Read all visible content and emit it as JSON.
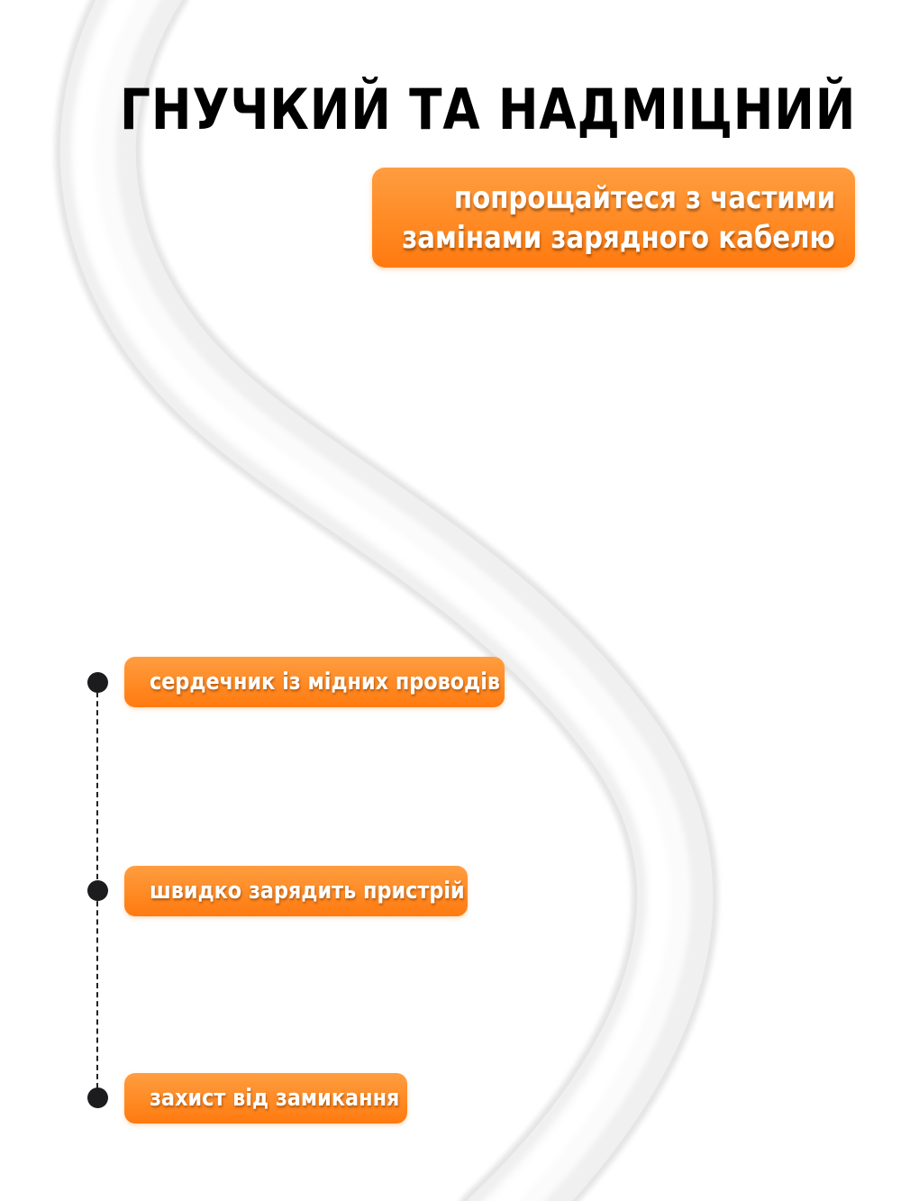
{
  "header": {
    "title": "ГНУЧКИЙ ТА НАДМІЦНИЙ",
    "subtitle_lines": [
      "попрощайтеся з частими",
      "замінами зарядного кабелю"
    ]
  },
  "features": [
    {
      "label": "сердечник із мідних проводів",
      "icon": "bullet-dot"
    },
    {
      "label": "швидко зарядить пристрій",
      "icon": "bullet-dot"
    },
    {
      "label": "захист від замикання",
      "icon": "bullet-dot"
    }
  ],
  "illustration": {
    "subject": "white-cable",
    "shape": "s-curve"
  },
  "colors": {
    "accent_top": "#ff9d40",
    "accent_bottom": "#ff7a10",
    "headline": "#000000",
    "label_text": "#ffffff",
    "bullet": "#1c1c1e",
    "cable_fill": "#ffffff",
    "cable_shade": "#e2e2e2",
    "background": "#ffffff"
  }
}
